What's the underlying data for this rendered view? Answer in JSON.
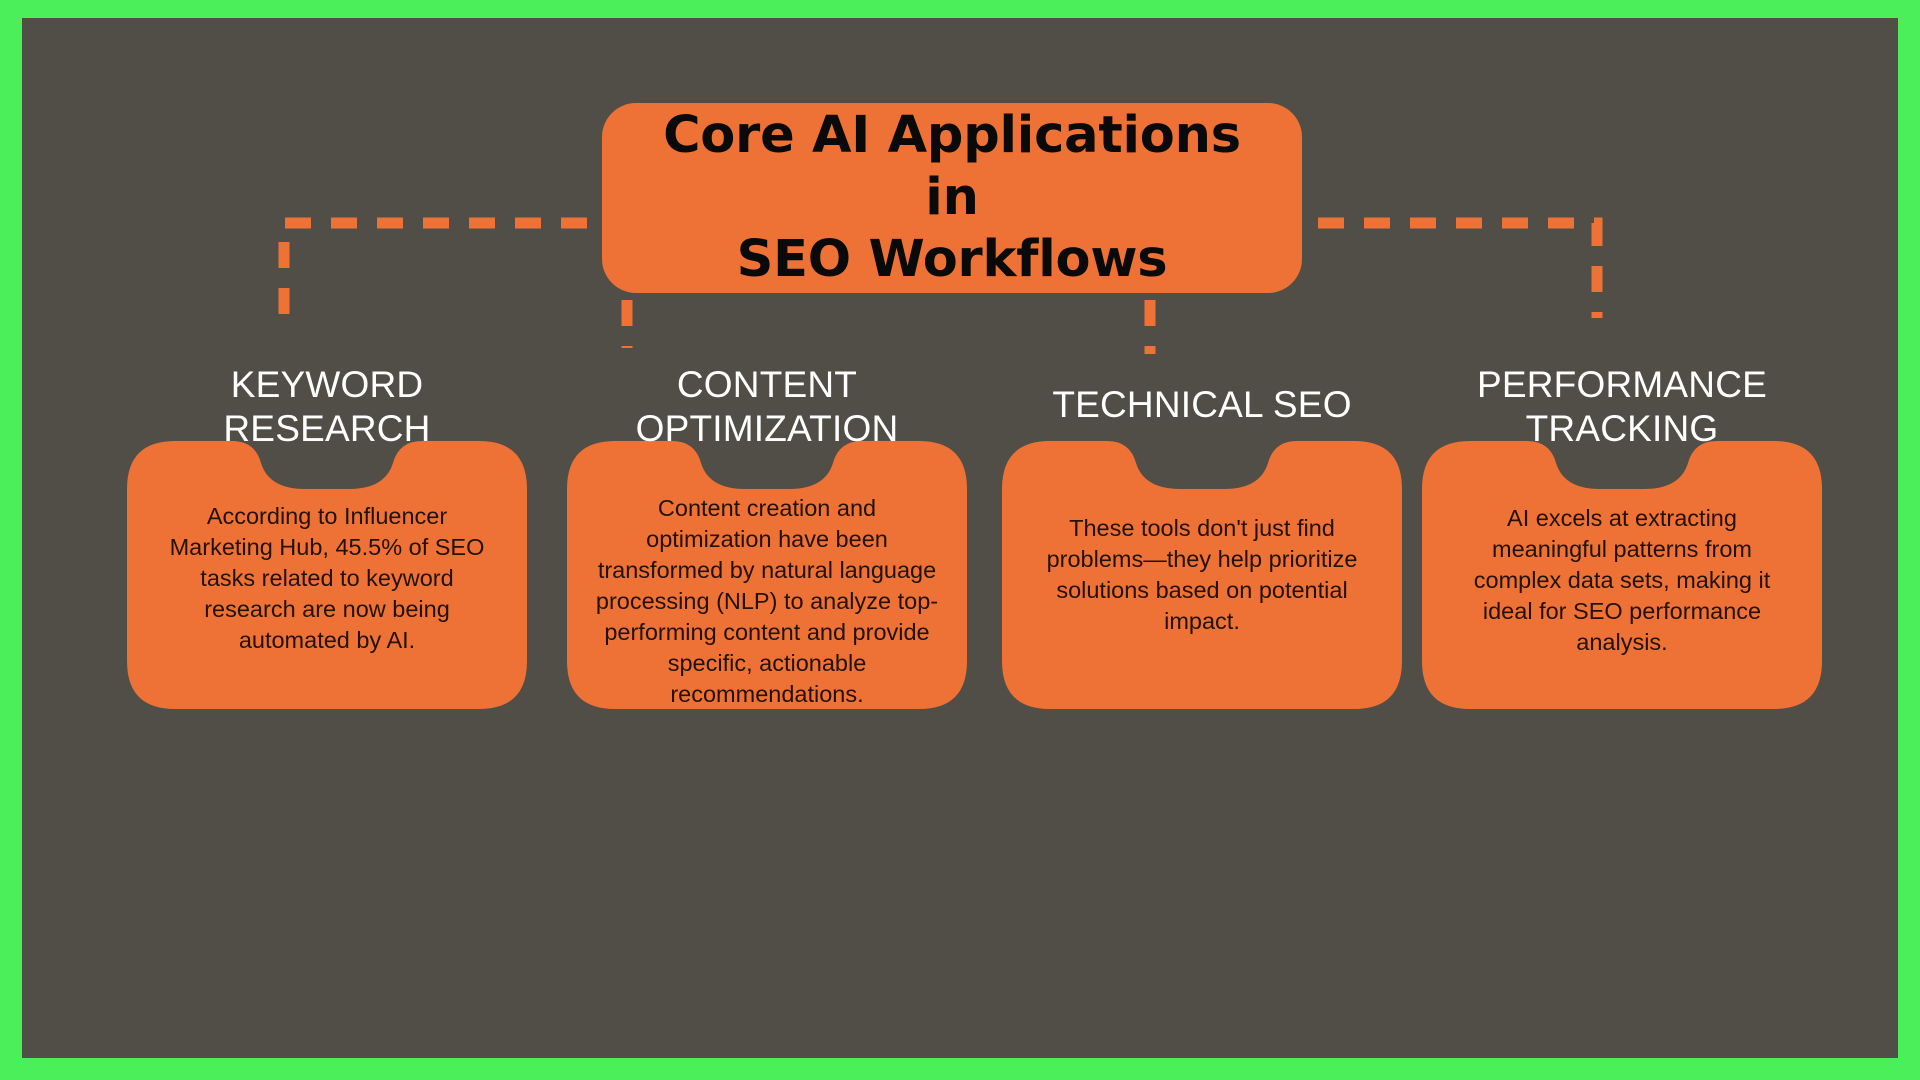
{
  "theme": {
    "frame_color": "#4BEF5A",
    "canvas_color": "#504E47",
    "accent_color": "#EE7235",
    "title_text_color": "#0A0A0A",
    "branch_title_color": "#FFFFFF",
    "body_text_color": "#231209"
  },
  "center": {
    "title": "Core AI Applications in\nSEO Workflows"
  },
  "branches": [
    {
      "id": "keyword-research",
      "title": "KEYWORD\nRESEARCH",
      "body": "According to Influencer Marketing Hub, 45.5% of SEO tasks related to keyword research are now being automated by AI."
    },
    {
      "id": "content-optimization",
      "title": "CONTENT\nOPTIMIZATION",
      "body": "Content creation and optimization have been transformed by natural language processing (NLP) to analyze top-performing content and provide specific, actionable recommendations."
    },
    {
      "id": "technical-seo",
      "title": "TECHNICAL SEO",
      "body": "These tools don't just find problems—they help prioritize solutions based on potential impact."
    },
    {
      "id": "performance-tracking",
      "title": "PERFORMANCE\nTRACKING",
      "body": "AI excels at extracting meaningful patterns from complex data sets, making it ideal for SEO performance analysis."
    }
  ],
  "chart_data": {
    "type": "diagram",
    "layout": "top-down-tree",
    "title": "Core AI Applications in SEO Workflows",
    "root": "Core AI Applications in SEO Workflows",
    "nodes": [
      "KEYWORD RESEARCH",
      "CONTENT OPTIMIZATION",
      "TECHNICAL SEO",
      "PERFORMANCE TRACKING"
    ],
    "connector_style": "dashed-elbow",
    "connector_color": "#EE7235"
  }
}
